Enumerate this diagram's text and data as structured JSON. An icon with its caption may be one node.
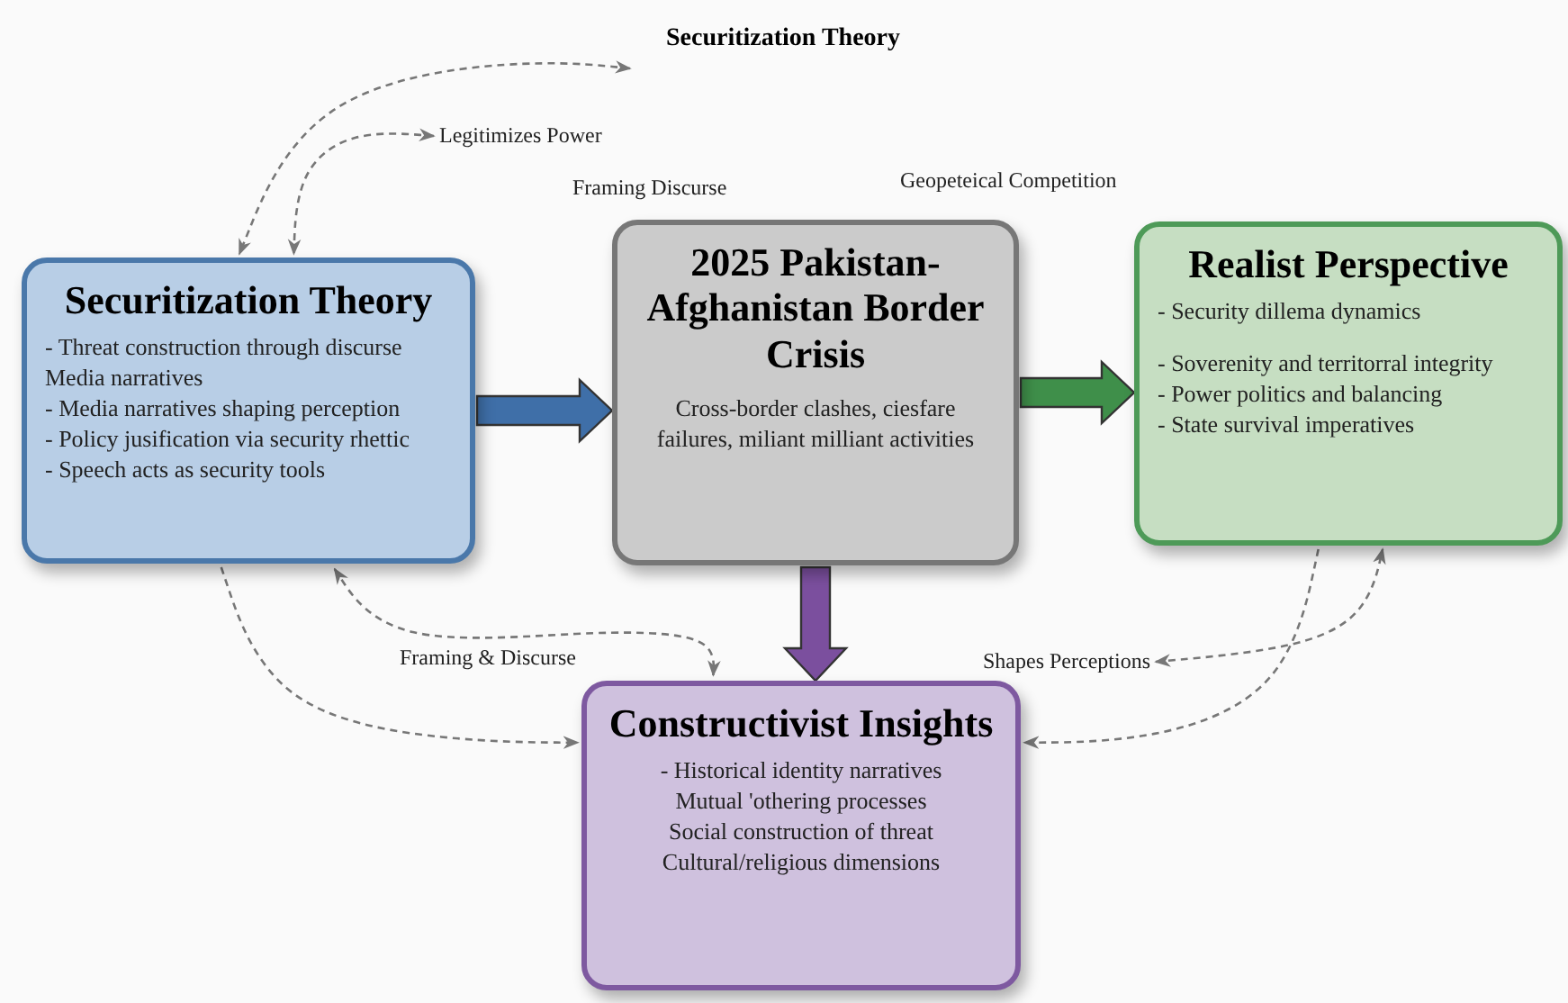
{
  "diagram": {
    "title": "Securitization Theory",
    "nodes": [
      {
        "text": [
          "Securitization Theory",
          "- Threat construction through discurse Media narratives",
          "- Media narratives shaping perception",
          "- Policy jusification via security rhettic",
          "- Speech acts as security tools"
        ]
      },
      {
        "text": [
          "2025 Pakistan-Afghanistan Border Crisis",
          "Cross-border clashes, ciesfare failures, miliant milliant activities"
        ]
      },
      {
        "text": [
          "Realist Perspective",
          "- Security dillema dynamics",
          "- Soverenity and territorral integrity",
          "- Power politics and balancing",
          "- State survival imperatives"
        ]
      },
      {
        "text": [
          "Constructivist Insights",
          "- Historical identity narratives",
          "Mutual 'othering processes",
          "Social construction of threat",
          "Cultural/religious dimensions"
        ]
      },
      {
        "text": [
          "Legitimizes Power"
        ]
      },
      {
        "text": [
          "Shapes Perceptions"
        ]
      }
    ],
    "edges": [
      {
        "from": 0,
        "to": 1,
        "arrow": "to",
        "style": "thick",
        "color": "#3f6fa8"
      },
      {
        "from": 1,
        "to": 2,
        "arrow": "to",
        "style": "thick",
        "color": "#3f8f4a"
      },
      {
        "from": 1,
        "to": 3,
        "arrow": "to",
        "style": "thick",
        "color": "#7b4f9e"
      },
      {
        "from": null,
        "to": 0,
        "arrow": "both",
        "style": "dashed"
      },
      {
        "from": 4,
        "to": 0,
        "arrow": "both",
        "style": "dashed"
      },
      {
        "from": 0,
        "to": 3,
        "arrow": "to",
        "style": "dashed"
      },
      {
        "from": 0,
        "to": 3,
        "arrow": "both",
        "style": "dashed",
        "label": "Framing & Discurse"
      },
      {
        "from": 2,
        "to": 3,
        "arrow": "to",
        "style": "dashed"
      },
      {
        "from": 5,
        "to": 2,
        "arrow": "both",
        "style": "dashed"
      }
    ],
    "labels": [
      "Framing Discurse",
      "Geopeteical Competition"
    ]
  }
}
